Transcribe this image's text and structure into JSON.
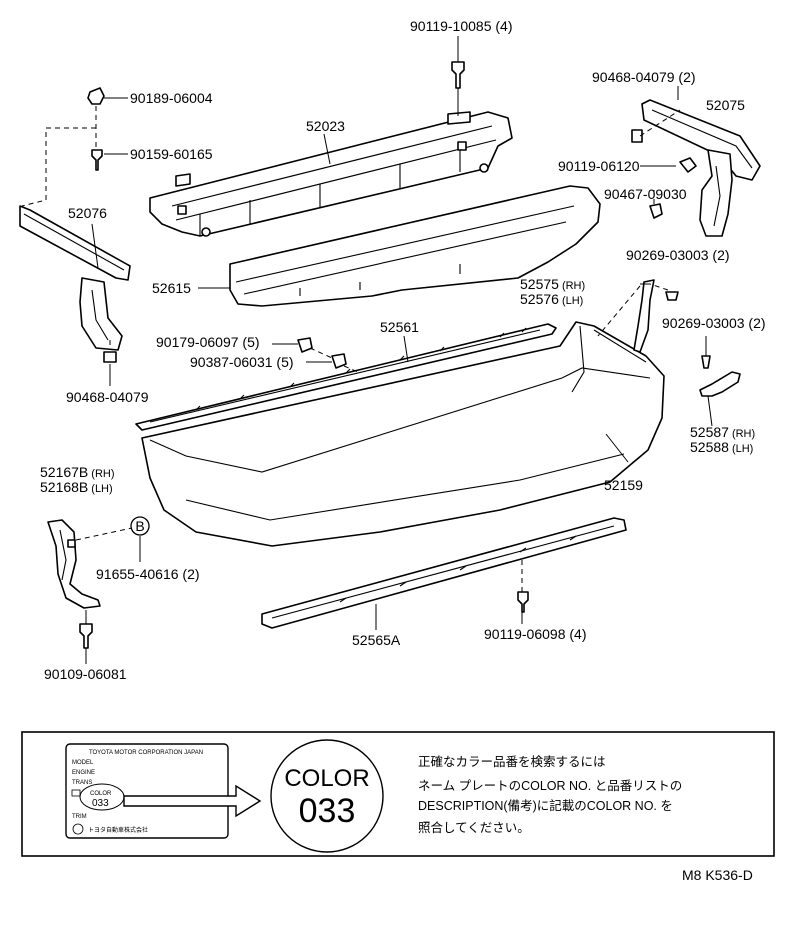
{
  "parts": {
    "bolt_top": "90119-10085 (4)",
    "clip_a": "90189-06004",
    "screw_a": "90159-60165",
    "reinforcement": "52023",
    "retainer_r": "90468-04079 (2)",
    "bracket_r": "52075",
    "bolt_r": "90119-06120",
    "nut_r": "90467-09030",
    "bracket_l": "52076",
    "absorber": "52615",
    "clip_side_top": "90269-03003 (2)",
    "spacer_rh": "52575",
    "spacer_lh": "52576",
    "clip_side_mid": "90269-03003 (2)",
    "clip_b": "90179-06097 (5)",
    "retainer_b": "90387-06031 (5)",
    "molding_top": "52561",
    "retainer_l": "90468-04079",
    "seal_rh": "52587",
    "seal_lh": "52588",
    "cover": "52159",
    "ext_rh": "52167B",
    "ext_lh": "52168B",
    "rivet": "91655-40616 (2)",
    "rivet_marker": "B",
    "screw_bottom": "90109-06081",
    "molding_bottom": "52565A",
    "bolt_bottom": "90119-06098 (4)"
  },
  "suffix": {
    "rh": "(RH)",
    "lh": "(LH)"
  },
  "color_box": {
    "plate_header": "TOYOTA MOTOR CORPORATION JAPAN",
    "plate_rows": [
      "MODEL",
      "ENGINE",
      "TRANS",
      "COLOR",
      "TRIM"
    ],
    "plate_color_value": "033",
    "plate_maker": "トヨタ自動車株式会社",
    "big_label": "COLOR",
    "big_value": "033",
    "note_lines": [
      "正確なカラー品番を検索するには",
      "ネーム プレートのCOLOR NO. と品番リストの",
      "DESCRIPTION(備考)に記載のCOLOR NO. を",
      "照合してください。"
    ]
  },
  "footer": {
    "ref": "M8  K536-D"
  }
}
